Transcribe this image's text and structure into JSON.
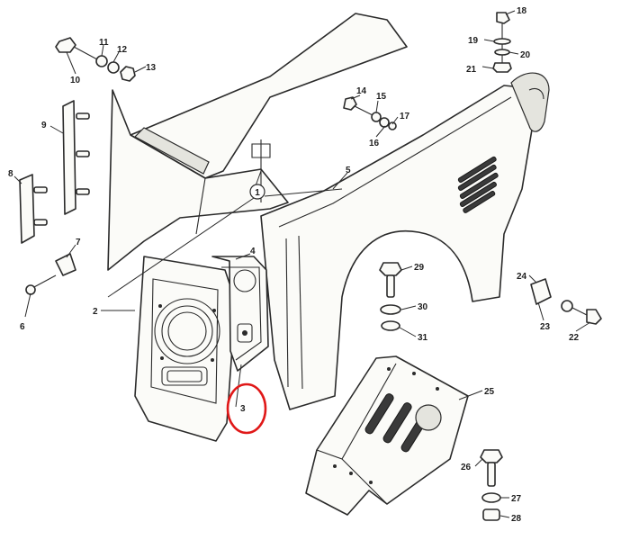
{
  "diagram": {
    "callouts": [
      {
        "id": "c1",
        "text": "1"
      },
      {
        "id": "c2",
        "text": "2"
      },
      {
        "id": "c3",
        "text": "3"
      },
      {
        "id": "c4",
        "text": "4"
      },
      {
        "id": "c5",
        "text": "5"
      },
      {
        "id": "c6",
        "text": "6"
      },
      {
        "id": "c7",
        "text": "7"
      },
      {
        "id": "c8",
        "text": "8"
      },
      {
        "id": "c9",
        "text": "9"
      },
      {
        "id": "c10",
        "text": "10"
      },
      {
        "id": "c11",
        "text": "11"
      },
      {
        "id": "c12",
        "text": "12"
      },
      {
        "id": "c13",
        "text": "13"
      },
      {
        "id": "c14",
        "text": "14"
      },
      {
        "id": "c15",
        "text": "15"
      },
      {
        "id": "c16",
        "text": "16"
      },
      {
        "id": "c17",
        "text": "17"
      },
      {
        "id": "c18",
        "text": "18"
      },
      {
        "id": "c19",
        "text": "19"
      },
      {
        "id": "c20",
        "text": "20"
      },
      {
        "id": "c21",
        "text": "21"
      },
      {
        "id": "c22",
        "text": "22"
      },
      {
        "id": "c23",
        "text": "23"
      },
      {
        "id": "c24",
        "text": "24"
      },
      {
        "id": "c25",
        "text": "25"
      },
      {
        "id": "c26",
        "text": "26"
      },
      {
        "id": "c27",
        "text": "27"
      },
      {
        "id": "c28",
        "text": "28"
      },
      {
        "id": "c29",
        "text": "29"
      },
      {
        "id": "c30",
        "text": "30"
      },
      {
        "id": "c31",
        "text": "31"
      }
    ],
    "highlighted_callout": "3",
    "colors": {
      "line": "#2a2a2a",
      "highlight": "#e01818",
      "background": "#ffffff"
    }
  }
}
